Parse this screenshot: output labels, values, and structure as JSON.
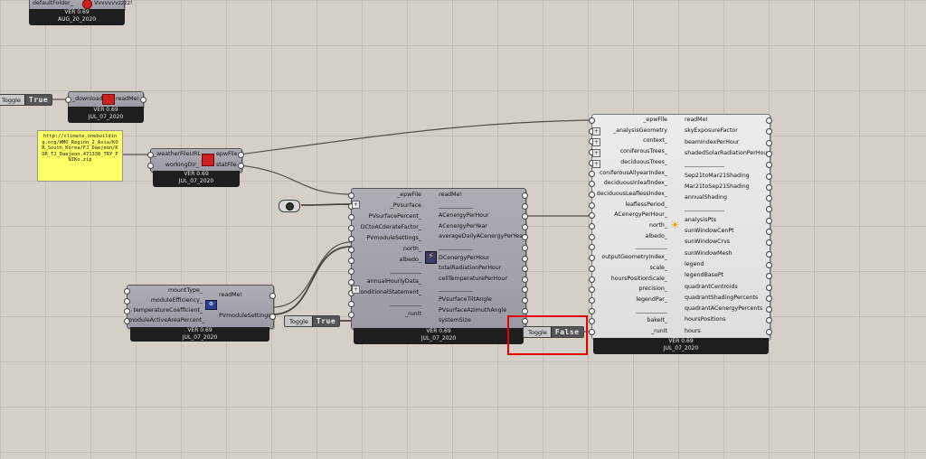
{
  "colors": {
    "canvas": "#d4d0c8",
    "component": "#a6a4ae",
    "footer": "#1e1e1e",
    "note": "#ffff66",
    "highlight": "#e60000"
  },
  "top_component": {
    "input": "defaultFolder_",
    "output": "Vvvvvvvzzzz!",
    "version": "VER 0.69",
    "date": "AUG_20_2020",
    "icon": "red-sun-icon"
  },
  "toggle_true_left": {
    "label": "Toggle",
    "value": "True"
  },
  "download": {
    "input": "_download",
    "output": "readMe!",
    "version": "VER 0.69",
    "date": "JUL_07_2020",
    "icon": "red-download-icon"
  },
  "note": {
    "text": "http://climate.onebuilding.org/WMO_Region_2_Asia/KOR_South_Korea/FJ_Daejeon/KOR_TJ_Daejeon.471330_TRY_PNIKo.zip"
  },
  "weather": {
    "inputs": [
      "_weatherFileURL",
      "workingDir_"
    ],
    "outputs": [
      "epwFile",
      "statFile"
    ],
    "version": "VER 0.69",
    "date": "JUL_07_2020"
  },
  "settings": {
    "inputs": [
      "mountType_",
      "moduleEfficiency_",
      "temperatureCoefficient_",
      "moduleActiveAreaPercent_"
    ],
    "outputs": [
      "readMe!",
      "PVmoduleSettings"
    ],
    "version": "VER 0.69",
    "date": "JUL_07_2020"
  },
  "toggle_true_mid": {
    "label": "Toggle",
    "value": "True"
  },
  "toggle_false": {
    "label": "Toggle",
    "value": "False"
  },
  "pv": {
    "inputs": [
      "_epwFile",
      "_PVsurface",
      "PVsurfacePercent_",
      "DCtoACderateFactor_",
      "PVmoduleSettings_",
      "north_",
      "albedo_",
      "___________",
      "annualHourlyData_",
      "conditionalStatement_",
      "___________",
      "_runIt"
    ],
    "outputs": [
      "readMe!",
      "____________",
      "ACenergyPerHour",
      "ACenergyPerYear",
      "averageDailyACenergyPerYear",
      "____________",
      "DCenergyPerHour",
      "totalRadiationPerHour",
      "cellTemperaturePerHour",
      "____________",
      "PVsurfaceTiltAngle",
      "PVsurfaceAzimuthAngle",
      "systemSize"
    ],
    "version": "VER 0.69",
    "date": "JUL_07_2020"
  },
  "analysis": {
    "inputs": [
      "_epwFile",
      "_analysisGeometry",
      "context_",
      "coniferousTrees_",
      "deciduousTrees_",
      "coniferousAllyearIndex_",
      "deciduousInleafIndex_",
      "deciduousLeaflessIndex_",
      "leaflessPeriod_",
      "ACenergyPerHour_",
      "north_",
      "albedo_",
      "___________",
      "outputGeometryIndex_",
      "scale_",
      "hoursPositionScale_",
      "precision_",
      "legendPar_",
      "___________",
      "bakeIt_",
      "_runIt"
    ],
    "outputs": [
      "readMe!",
      "skyExposureFactor",
      "beamIndexPerHour",
      "shadedSolarRadiationPerHour",
      "______________",
      "Sep21toMar21Shading",
      "Mar21toSep21Shading",
      "annualShading",
      "______________",
      "analysisPts",
      "sunWindowCenPt",
      "sunWindowCrvs",
      "sunWindowMesh",
      "legend",
      "legendBasePt",
      "quadrantCentroids",
      "quadrantShadingPercents",
      "quadrantACenergyPercents",
      "hoursPositions",
      "hours"
    ],
    "version": "VER 0.69",
    "date": "JUL_07_2020"
  }
}
